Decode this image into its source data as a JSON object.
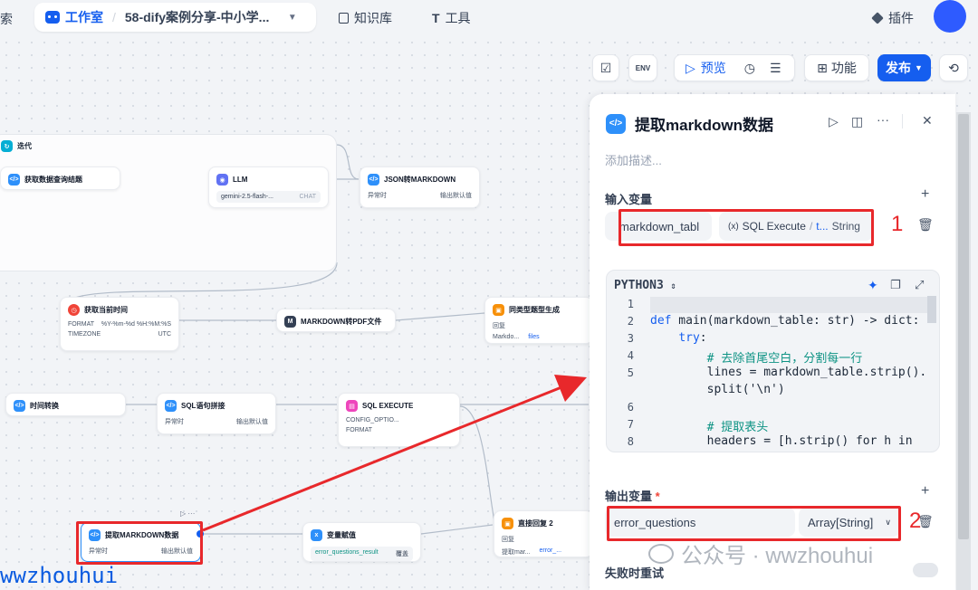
{
  "topbar": {
    "search_cut": "索",
    "workspace": "工作室",
    "app_name": "58-dify案例分享-中小学...",
    "knowledge": "知识库",
    "tools": "工具",
    "plugins": "插件"
  },
  "toolbar": {
    "env": "ENV",
    "preview": "预览",
    "features": "功能",
    "publish": "发布"
  },
  "nodes": {
    "iteration": "迭代",
    "get_data": "获取数据查询结题",
    "llm": "LLM",
    "llm_model": "gemini-2.5-flash-...",
    "llm_tag": "CHAT",
    "json_md": "JSON转MARKDOWN",
    "json_md_err": "异常时",
    "json_md_out": "输出默认值",
    "time_node": "获取当前时间",
    "time_format_label": "FORMAT",
    "time_format_value": "%Y-%m-%d %H:%M:%S",
    "time_tz_label": "TIMEZONE",
    "time_tz_value": "UTC",
    "md_pdf": "MARKDOWN转PDF文件",
    "similar": "同类型题型生成",
    "similar_reply": "回复",
    "similar_var1": "Markdo...",
    "similar_var2": "files",
    "time_convert": "时间转换",
    "sql_concat": "SQL语句拼接",
    "sql_concat_err": "异常时",
    "sql_concat_out": "输出默认值",
    "sql_exec": "SQL EXECUTE",
    "sql_exec_opt": "CONFIG_OPTIO...",
    "sql_exec_fmt": "FORMAT",
    "extract_md": "提取MARKDOWN数据",
    "extract_err": "异常时",
    "extract_out": "输出默认值",
    "assign": "变量赋值",
    "assign_var": "error_questions_result",
    "assign_tag": "覆盖",
    "reply2": "直接回复 2",
    "reply2_label": "回复",
    "reply2_var1": "提取mar...",
    "reply2_var2": "error_..."
  },
  "panel": {
    "title": "提取markdown数据",
    "desc_placeholder": "添加描述...",
    "input_label": "输入变量",
    "input_name": "markdown_tabl",
    "input_source": "SQL Execute",
    "input_source_sep": "/",
    "input_source_var": "t...",
    "input_type": "String",
    "code_lang": "PYTHON3",
    "output_label": "输出变量",
    "required_mark": "*",
    "output_name": "error_questions",
    "output_type": "Array[String]",
    "retry_label": "失败时重试"
  },
  "code_lines": [
    {
      "n": "1",
      "t": ""
    },
    {
      "n": "2",
      "t": "def main(markdown_table: str) -> dict:"
    },
    {
      "n": "3",
      "t": "    try:"
    },
    {
      "n": "4",
      "t": "        # 去除首尾空白，分割每一行"
    },
    {
      "n": "5",
      "t": "        lines = markdown_table.strip()."
    },
    {
      "n": "",
      "t": "        split('\\n')"
    },
    {
      "n": "6",
      "t": ""
    },
    {
      "n": "7",
      "t": "        # 提取表头"
    },
    {
      "n": "8",
      "t": "        headers = [h.strip() for h in"
    }
  ],
  "annotations": {
    "mark1": "1",
    "mark2": "2",
    "watermark": "公众号 · wwzhouhui",
    "handle": "wwzhouhui"
  },
  "colors": {
    "accent": "#155eef",
    "red": "#e8282b"
  }
}
